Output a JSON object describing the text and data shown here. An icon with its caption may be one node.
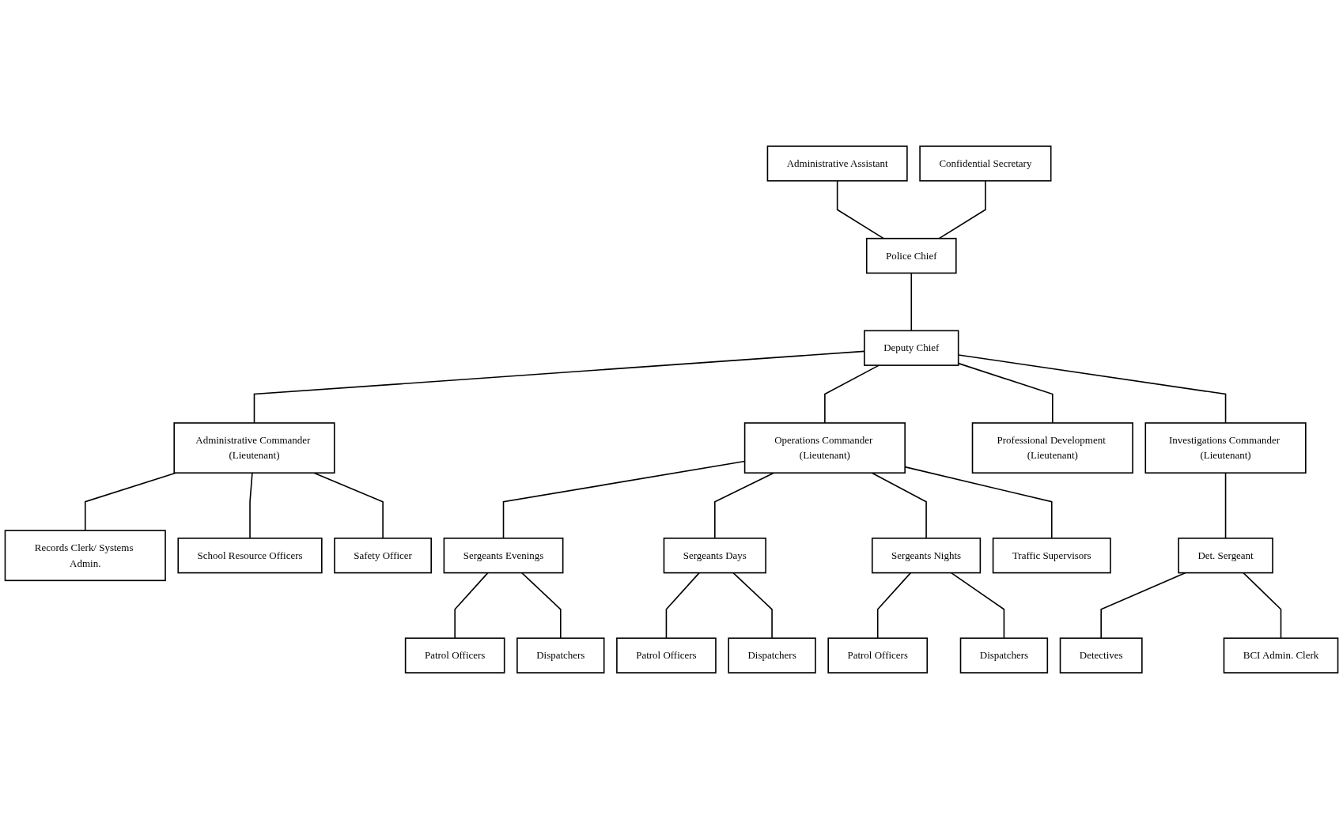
{
  "diagram": {
    "nodes": [
      {
        "text": [
          "Police Chief"
        ]
      },
      {
        "text": [
          "Administrative Assistant"
        ]
      },
      {
        "text": [
          "Confidential Secretary"
        ]
      },
      {
        "text": [
          "Deputy Chief"
        ]
      },
      {
        "text": [
          "Administrative Commander (Lieutenant)"
        ]
      },
      {
        "text": [
          "Operations Commander (Lieutenant)"
        ]
      },
      {
        "text": [
          "Professional Development (Lieutenant)"
        ]
      },
      {
        "text": [
          "Investigations Commander (Lieutenant)"
        ]
      },
      {
        "text": [
          "Records Clerk/ Systems Admin."
        ]
      },
      {
        "text": [
          "School Resource Officers"
        ]
      },
      {
        "text": [
          "Safety Officer"
        ]
      },
      {
        "text": [
          "Sergeants Evenings"
        ]
      },
      {
        "text": [
          "Sergeants Days"
        ]
      },
      {
        "text": [
          "Sergeants Nights"
        ]
      },
      {
        "text": [
          "Traffic Supervisors"
        ]
      },
      {
        "text": [
          "Patrol Officers"
        ]
      },
      {
        "text": [
          "Dispatchers"
        ]
      },
      {
        "text": [
          "Patrol Officers"
        ]
      },
      {
        "text": [
          "Dispatchers"
        ]
      },
      {
        "text": [
          "Patrol Officers"
        ]
      },
      {
        "text": [
          "Dispatchers"
        ]
      },
      {
        "text": [
          "Det. Sergeant"
        ]
      },
      {
        "text": [
          "Detectives"
        ]
      },
      {
        "text": [
          "BCI Admin. Clerk"
        ]
      }
    ],
    "edges": [
      {
        "from": 0,
        "to": 1,
        "arrow": "none"
      },
      {
        "from": 0,
        "to": 2,
        "arrow": "none"
      },
      {
        "from": 0,
        "to": 3,
        "arrow": "none"
      },
      {
        "from": 3,
        "to": 4,
        "arrow": "none"
      },
      {
        "from": 3,
        "to": 5,
        "arrow": "none"
      },
      {
        "from": 3,
        "to": 6,
        "arrow": "none"
      },
      {
        "from": 3,
        "to": 7,
        "arrow": "none"
      },
      {
        "from": 4,
        "to": 8,
        "arrow": "none"
      },
      {
        "from": 4,
        "to": 9,
        "arrow": "none"
      },
      {
        "from": 4,
        "to": 10,
        "arrow": "none"
      },
      {
        "from": 5,
        "to": 11,
        "arrow": "none"
      },
      {
        "from": 5,
        "to": 12,
        "arrow": "none"
      },
      {
        "from": 5,
        "to": 13,
        "arrow": "none"
      },
      {
        "from": 5,
        "to": 14,
        "arrow": "none"
      },
      {
        "from": 11,
        "to": 15,
        "arrow": "none"
      },
      {
        "from": 11,
        "to": 16,
        "arrow": "none"
      },
      {
        "from": 13,
        "to": 17,
        "arrow": "none"
      },
      {
        "from": 13,
        "to": 18,
        "arrow": "none"
      },
      {
        "from": 12,
        "to": 19,
        "arrow": "none"
      },
      {
        "from": 12,
        "to": 20,
        "arrow": "none"
      },
      {
        "from": 7,
        "to": 21,
        "arrow": "none"
      },
      {
        "from": 21,
        "to": 22,
        "arrow": "none"
      },
      {
        "from": 21,
        "to": 23,
        "arrow": "none"
      }
    ]
  }
}
